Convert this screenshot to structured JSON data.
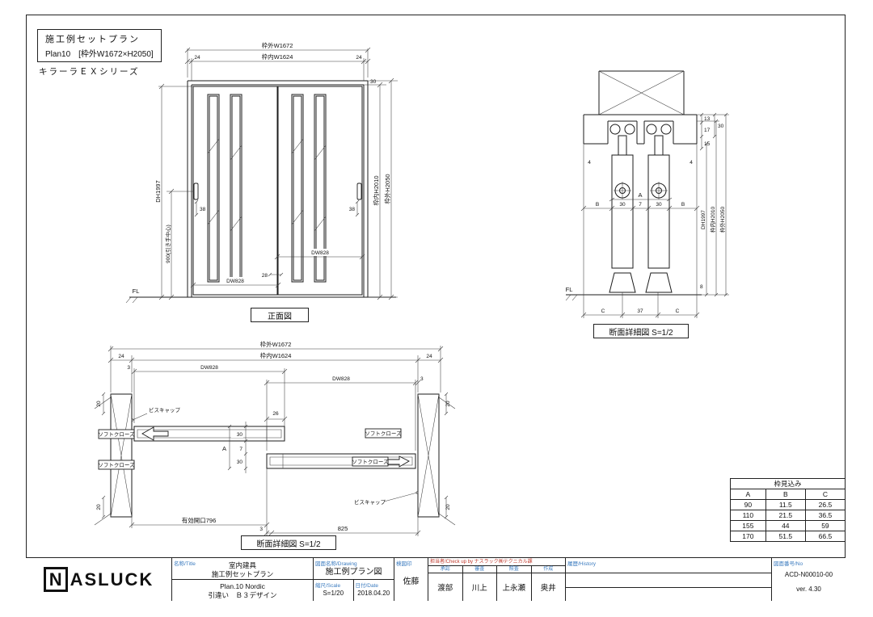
{
  "header": {
    "title1": "施工例セットプラン",
    "title2": "Plan10　[枠外W1672×H2050]",
    "series": "キラーラＥＸシリーズ"
  },
  "front": {
    "caption": "正面図",
    "d": {
      "outer_w": "枠外W1672",
      "inner_w": "枠内W1624",
      "m24l": "24",
      "m24r": "24",
      "m30": "30",
      "inner_h": "枠内H2010",
      "outer_h": "枠外H2050",
      "dh": "DH1997",
      "handle_c": "900(引き手中心)",
      "m38l": "38",
      "m38r": "38",
      "m28": "28",
      "dw1": "DW828",
      "dw2": "DW828",
      "fl": "FL"
    }
  },
  "vsec": {
    "caption": "断面詳細図 S=1/2",
    "d": {
      "m13": "13",
      "m17": "17",
      "m15": "15",
      "m30": "30",
      "m4l": "4",
      "m4r": "4",
      "bl": "B",
      "m30l": "30",
      "m7": "7",
      "m30r": "30",
      "br": "B",
      "a": "A",
      "dh": "DH1997",
      "inner_h": "枠内H2010",
      "outer_h": "枠外H2050",
      "m8": "8",
      "cl": "C",
      "m37": "37",
      "cr": "C",
      "fl": "FL"
    }
  },
  "hsec": {
    "caption": "断面詳細図 S=1/2",
    "d": {
      "outer_w": "枠外W1672",
      "inner_w": "枠内W1624",
      "m24l": "24",
      "m24r": "24",
      "dw1": "DW828",
      "dw2": "DW828",
      "m3l": "3",
      "m3r": "3",
      "m3b": "3",
      "m20tl": "20",
      "m20bl": "20",
      "m20tr": "20",
      "m20br": "20",
      "m30t": "30",
      "m7": "7",
      "m30b": "30",
      "a": "A",
      "m26": "26",
      "screw1": "ビスキャップ",
      "screw2": "ビスキャップ",
      "soft1": "ソフトクローズ",
      "soft2": "ソフトクローズ",
      "soft3": "ソフトクローズ",
      "soft4": "ソフトクローズ",
      "opening": "有効開口796",
      "m825": "825"
    }
  },
  "spec": {
    "title": "枠見込み",
    "headers": [
      "A",
      "B",
      "C"
    ],
    "rows": [
      [
        "90",
        "11.5",
        "26.5"
      ],
      [
        "110",
        "21.5",
        "36.5"
      ],
      [
        "155",
        "44",
        "59"
      ],
      [
        "170",
        "51.5",
        "66.5"
      ]
    ]
  },
  "tb": {
    "logo_n": "N",
    "logo_rest": "ASLUCK",
    "name_label": "名称/Title",
    "name1": "室内建具",
    "name2": "施工例セットプラン",
    "plan1": "Plan.10 Nordic",
    "plan2": "引違い　Ｂ３デザイン",
    "drawing_label": "図面名称/Drawing",
    "drawing": "施工例プラン図",
    "scale_label": "縮尺/Scale",
    "scale": "S=1/20",
    "date_label": "日付/Date",
    "date": "2018.04.20",
    "check_label": "検図印",
    "check": "佐藤",
    "staff_label": "担当者/Check up by ナスラック㈱テクニカル課",
    "staff": [
      {
        "h": "承認",
        "n": "渡部"
      },
      {
        "h": "審査",
        "n": "川上"
      },
      {
        "h": "照査",
        "n": "上永瀬"
      },
      {
        "h": "作成",
        "n": "奥井"
      }
    ],
    "history_label": "履歴/History",
    "no_label": "図面番号/No",
    "no": "ACD-N00010-00",
    "version": "ver. 4.30"
  }
}
